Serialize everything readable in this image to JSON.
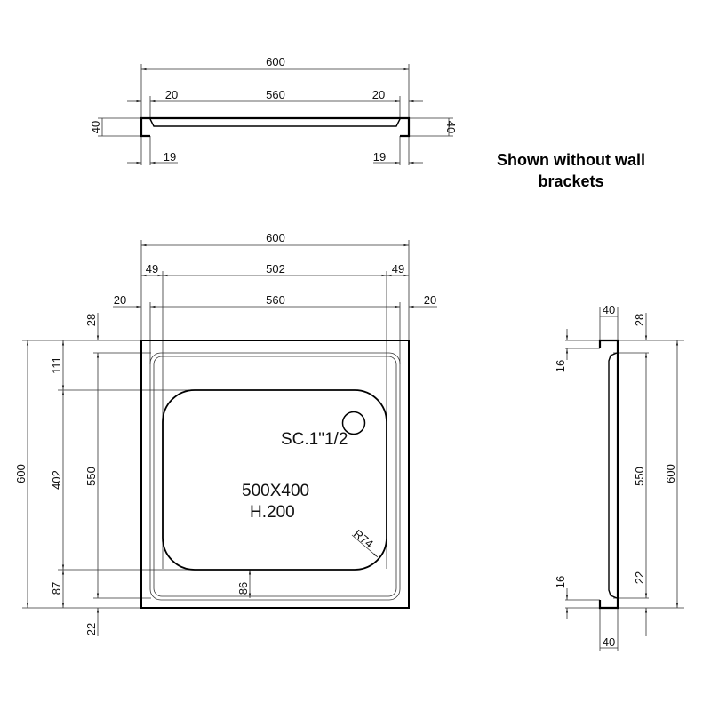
{
  "note": {
    "line1": "Shown without wall",
    "line2": "brackets"
  },
  "front_view": {
    "overall": "600",
    "side_left": "20",
    "inner": "560",
    "side_right": "20",
    "height_left": "40",
    "height_right": "40",
    "foot_left": "19",
    "foot_right": "19"
  },
  "plan_view": {
    "overall_width": "600",
    "margin_left": "49",
    "basin_width": "502",
    "margin_right": "49",
    "rim_left": "20",
    "rim_width": "560",
    "rim_right": "20",
    "overall_height": "600",
    "top_gap": "111",
    "basin_height": "402",
    "bottom_gap": "87",
    "rim_top": "28",
    "rim_height": "550",
    "rim_bottom": "22",
    "bottom_basin_gap": "86",
    "drain_label": "SC.1\"1/2",
    "size_label": "500X400",
    "depth_label": "H.200",
    "radius_label": "R74"
  },
  "side_view": {
    "width_top": "40",
    "width_bottom": "40",
    "step_top": "16",
    "step_bottom": "16",
    "rim_top": "28",
    "rim_height": "550",
    "rim_bottom": "22",
    "overall": "600"
  }
}
